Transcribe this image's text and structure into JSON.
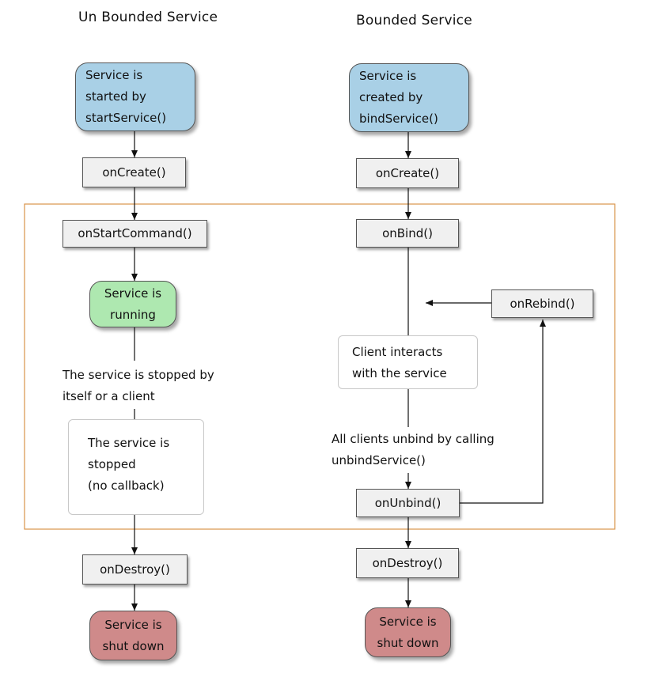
{
  "titles": {
    "unbounded": "Un Bounded Service",
    "bounded": "Bounded Service"
  },
  "unbounded": {
    "start": "Service is\nstarted by\nstartService()",
    "on_create": "onCreate()",
    "on_start_command": "onStartCommand()",
    "running": "Service is\nrunning",
    "stop_label": "The service is stopped by\nitself or a client",
    "stopped_note": "The service is\nstopped\n(no callback)",
    "on_destroy": "onDestroy()",
    "shut_down": "Service is\nshut down"
  },
  "bounded": {
    "start": "Service is\ncreated by\nbindService()",
    "on_create": "onCreate()",
    "on_bind": "onBind()",
    "on_rebind": "onRebind()",
    "interacts_note": "Client interacts\nwith the service",
    "unbind_label": "All clients unbind by calling\nunbindService()",
    "on_unbind": "onUnbind()",
    "on_destroy": "onDestroy()",
    "shut_down": "Service is\nshut down"
  },
  "colors": {
    "start_fill": "#a9d0e6",
    "running_fill": "#aee8b0",
    "shutdown_fill": "#cf8a8a",
    "callback_fill": "#f0f0f0",
    "lifecycle_frame": "#d9944a"
  }
}
